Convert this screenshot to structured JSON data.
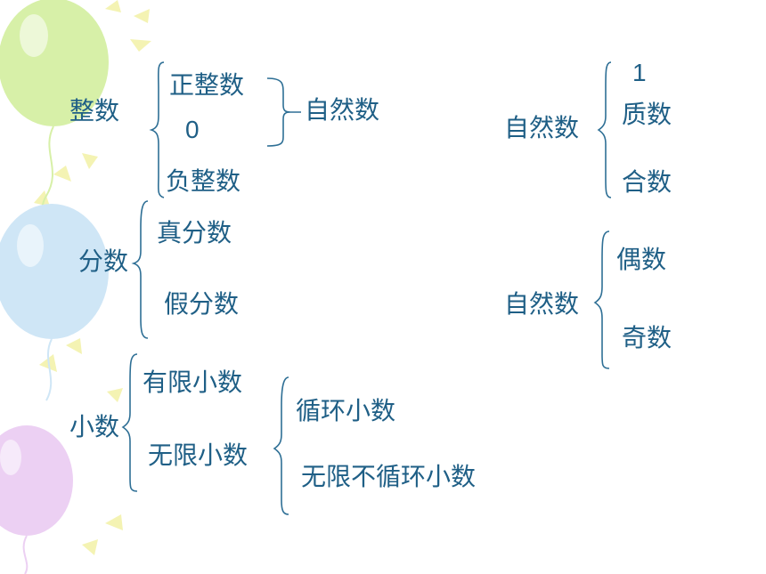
{
  "colors": {
    "text": "#1f5f86",
    "brace": "#2e6f95",
    "balloon_green": "#d7f0a8",
    "balloon_blue": "#cfe6f6",
    "balloon_purple": "#ecd0f3",
    "ray_yellow": "#f4f3b3"
  },
  "integer_tree": {
    "root": "整数",
    "children": [
      "正整数",
      "0",
      "负整数"
    ],
    "group_label": "自然数"
  },
  "natural_tree_1": {
    "root": "自然数",
    "children": [
      "1",
      "质数",
      "合数"
    ]
  },
  "fraction_tree": {
    "root": "分数",
    "children": [
      "真分数",
      "假分数"
    ]
  },
  "natural_tree_2": {
    "root": "自然数",
    "children": [
      "偶数",
      "奇数"
    ]
  },
  "decimal_tree": {
    "root": "小数",
    "children": [
      "有限小数",
      "无限小数"
    ],
    "infinite_children": [
      "循环小数",
      "无限不循环小数"
    ]
  },
  "icons": [
    "balloon-green-icon",
    "balloon-blue-icon",
    "balloon-purple-icon",
    "sun-ray-icon"
  ]
}
